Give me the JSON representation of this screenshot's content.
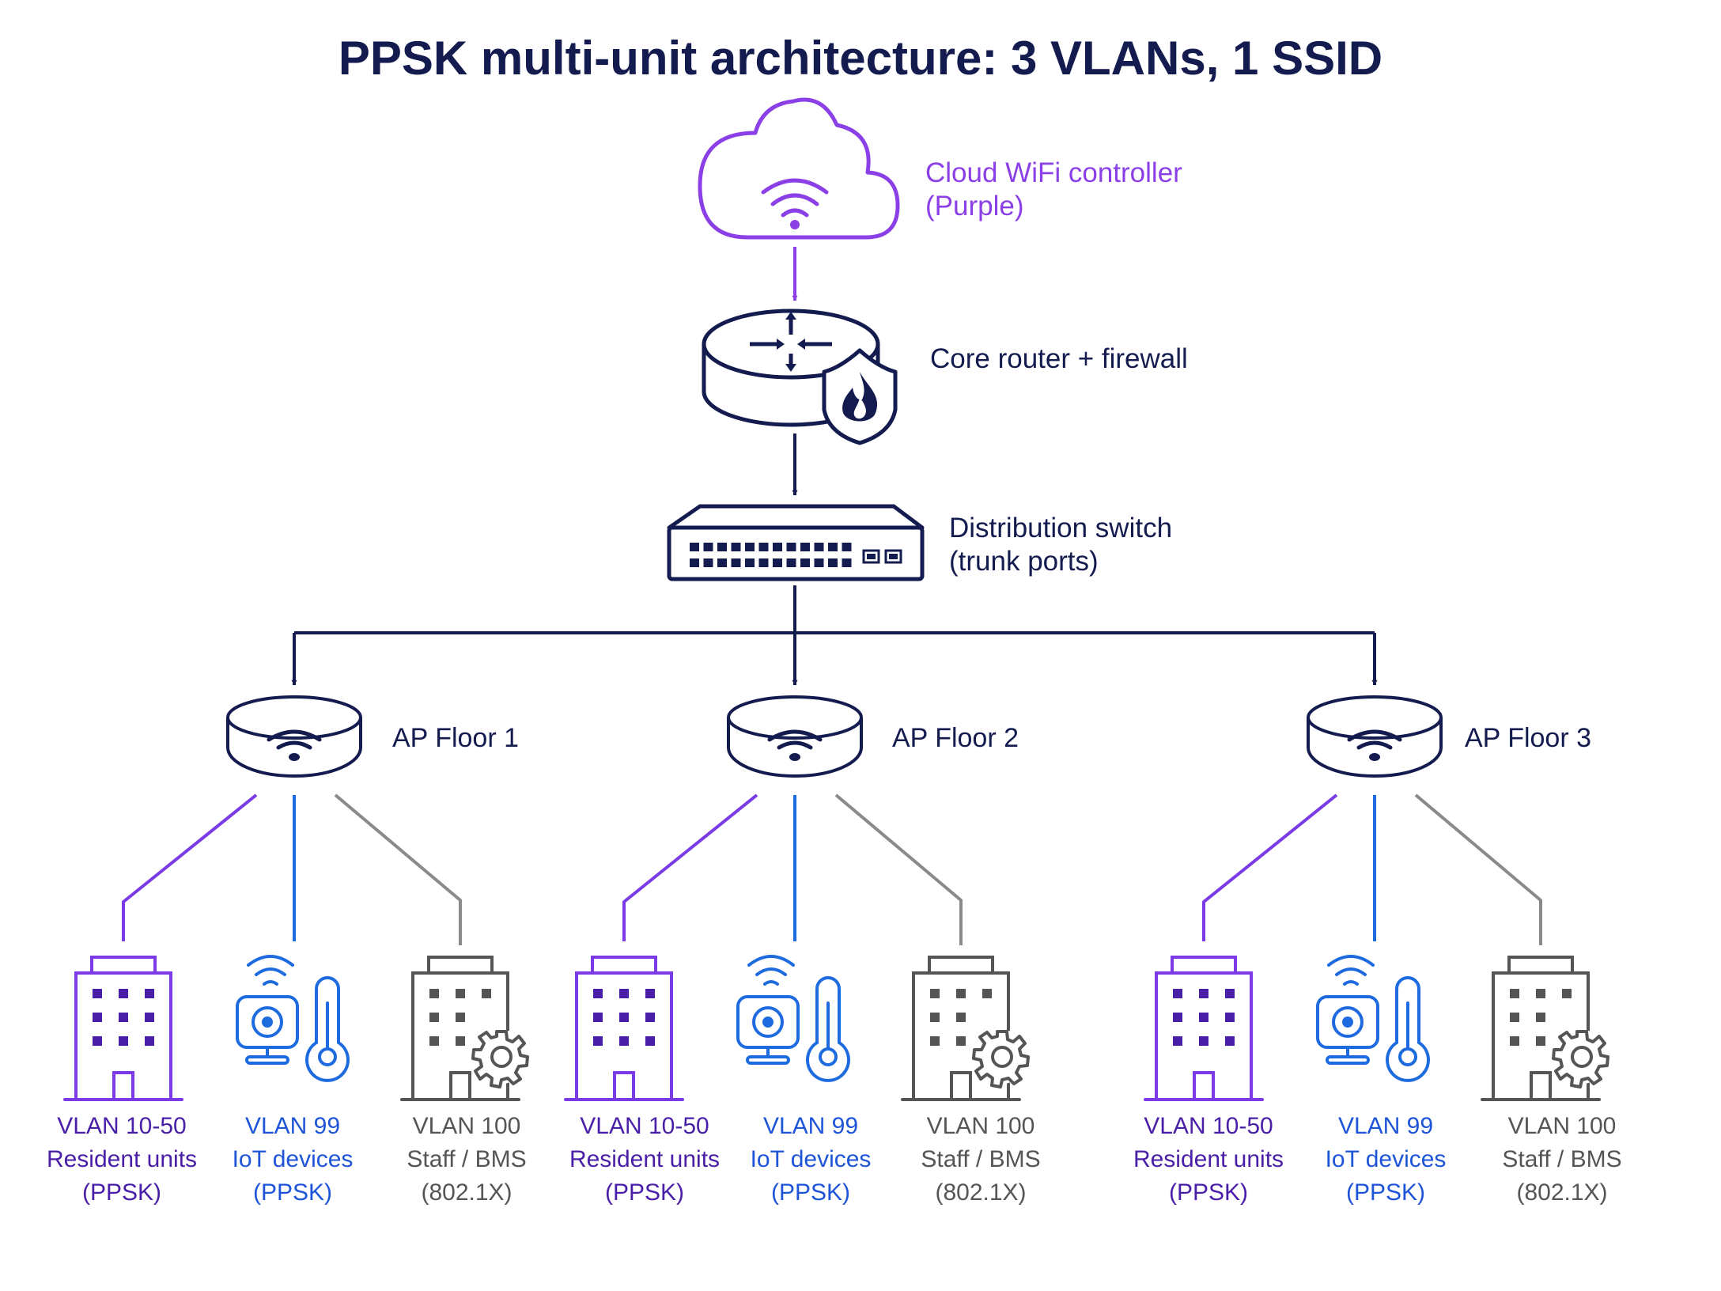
{
  "title": "PPSK multi-unit architecture: 3 VLANs, 1 SSID",
  "colors": {
    "navy": "#131b4f",
    "purple": "#8b3fe6",
    "resident": "#7a3be6",
    "iot": "#1e6be0",
    "staff": "#555555",
    "staff_line": "#8a8a8a"
  },
  "nodes": {
    "cloud": {
      "icon": "cloud-wifi-icon",
      "label_line1": "Cloud WiFi controller",
      "label_line2": "(Purple)"
    },
    "router": {
      "icon": "router-firewall-icon",
      "label": "Core router + firewall"
    },
    "switch": {
      "icon": "switch-icon",
      "label_line1": "Distribution switch",
      "label_line2": "(trunk ports)"
    }
  },
  "floors": [
    {
      "ap_label": "AP Floor 1",
      "groups": [
        {
          "kind": "resident",
          "icon": "building-icon",
          "line1": "VLAN 10-50",
          "line2": "Resident units",
          "line3": "(PPSK)"
        },
        {
          "kind": "iot",
          "icon": "iot-camera-thermometer-icon",
          "line1": "VLAN 99",
          "line2": "IoT devices",
          "line3": "(PPSK)"
        },
        {
          "kind": "staff",
          "icon": "building-gear-icon",
          "line1": "VLAN 100",
          "line2": "Staff / BMS",
          "line3": "(802.1X)"
        }
      ]
    },
    {
      "ap_label": "AP Floor 2",
      "groups": [
        {
          "kind": "resident",
          "icon": "building-icon",
          "line1": "VLAN 10-50",
          "line2": "Resident units",
          "line3": "(PPSK)"
        },
        {
          "kind": "iot",
          "icon": "iot-camera-thermometer-icon",
          "line1": "VLAN 99",
          "line2": "IoT devices",
          "line3": "(PPSK)"
        },
        {
          "kind": "staff",
          "icon": "building-gear-icon",
          "line1": "VLAN 100",
          "line2": "Staff / BMS",
          "line3": "(802.1X)"
        }
      ]
    },
    {
      "ap_label": "AP Floor 3",
      "groups": [
        {
          "kind": "resident",
          "icon": "building-icon",
          "line1": "VLAN 10-50",
          "line2": "Resident units",
          "line3": "(PPSK)"
        },
        {
          "kind": "iot",
          "icon": "iot-camera-thermometer-icon",
          "line1": "VLAN 99",
          "line2": "IoT devices",
          "line3": "(PPSK)"
        },
        {
          "kind": "staff",
          "icon": "building-gear-icon",
          "line1": "VLAN 100",
          "line2": "Staff / BMS",
          "line3": "(802.1X)"
        }
      ]
    }
  ]
}
